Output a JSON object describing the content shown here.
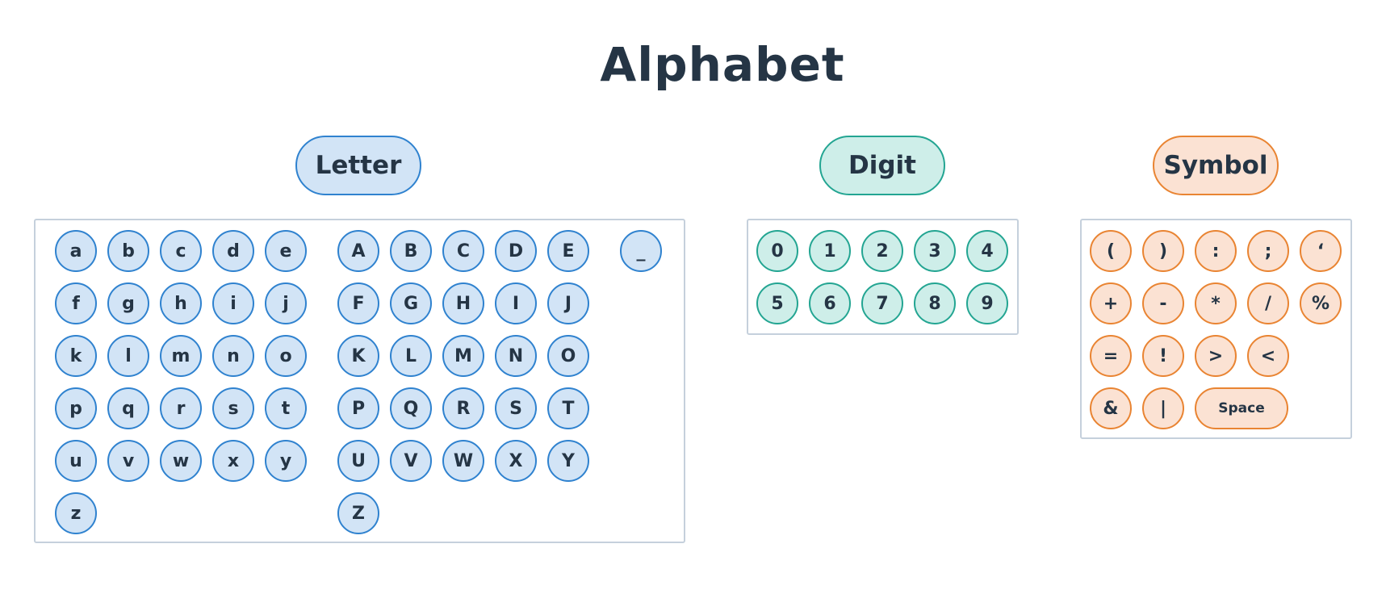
{
  "title": "Alphabet",
  "colors": {
    "letter_fill": "#d2e4f6",
    "letter_border": "#2f82cf",
    "digit_fill": "#ceeee9",
    "digit_border": "#23a592",
    "symbol_fill": "#fbe2d3",
    "symbol_border": "#e98432",
    "panel_border": "#c5d0dc",
    "text": "#253545"
  },
  "groups": {
    "letter": {
      "label": "Letter",
      "lowercase": [
        "a",
        "b",
        "c",
        "d",
        "e",
        "f",
        "g",
        "h",
        "i",
        "j",
        "k",
        "l",
        "m",
        "n",
        "o",
        "p",
        "q",
        "r",
        "s",
        "t",
        "u",
        "v",
        "w",
        "x",
        "y",
        "z"
      ],
      "uppercase": [
        "A",
        "B",
        "C",
        "D",
        "E",
        "F",
        "G",
        "H",
        "I",
        "J",
        "K",
        "L",
        "M",
        "N",
        "O",
        "P",
        "Q",
        "R",
        "S",
        "T",
        "U",
        "V",
        "W",
        "X",
        "Y",
        "Z"
      ],
      "extra": [
        "_"
      ]
    },
    "digit": {
      "label": "Digit",
      "keys": [
        "0",
        "1",
        "2",
        "3",
        "4",
        "5",
        "6",
        "7",
        "8",
        "9"
      ]
    },
    "symbol": {
      "label": "Symbol",
      "rows": [
        [
          "(",
          ")",
          ":",
          ";",
          "‘"
        ],
        [
          "+",
          "-",
          "*",
          "/",
          "%"
        ],
        [
          "=",
          "!",
          ">",
          "<"
        ],
        [
          "&",
          "|",
          "Space"
        ]
      ]
    }
  }
}
